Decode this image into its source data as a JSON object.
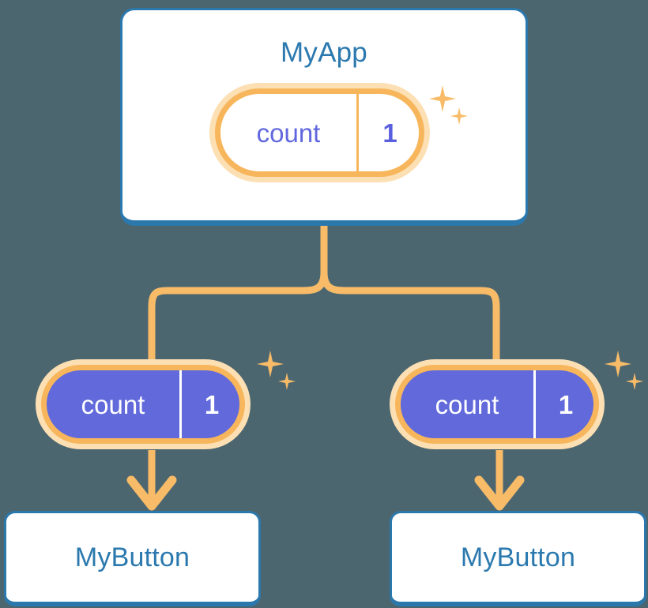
{
  "diagram": {
    "background_color": "#4c6670",
    "accent_colors": {
      "card_border_blue": "#2b78ad",
      "title_blue": "#2b79ae",
      "pill_orange": "#f7b65c",
      "pill_glow_orange": "#fce0b4",
      "state_purple": "#6169db",
      "sparkle_orange": "#f8bb68",
      "connector_orange": "#f8bb68"
    }
  },
  "root": {
    "title": "MyApp",
    "state": {
      "key": "count",
      "value": "1",
      "style": "outlined"
    }
  },
  "children": [
    {
      "title": "MyButton",
      "state": {
        "key": "count",
        "value": "1",
        "style": "filled"
      }
    },
    {
      "title": "MyButton",
      "state": {
        "key": "count",
        "value": "1",
        "style": "filled"
      }
    }
  ],
  "icons": {
    "sparkle_big": "sparkle-icon",
    "sparkle_small": "sparkle-small-icon",
    "arrow": "arrow-down-icon"
  }
}
